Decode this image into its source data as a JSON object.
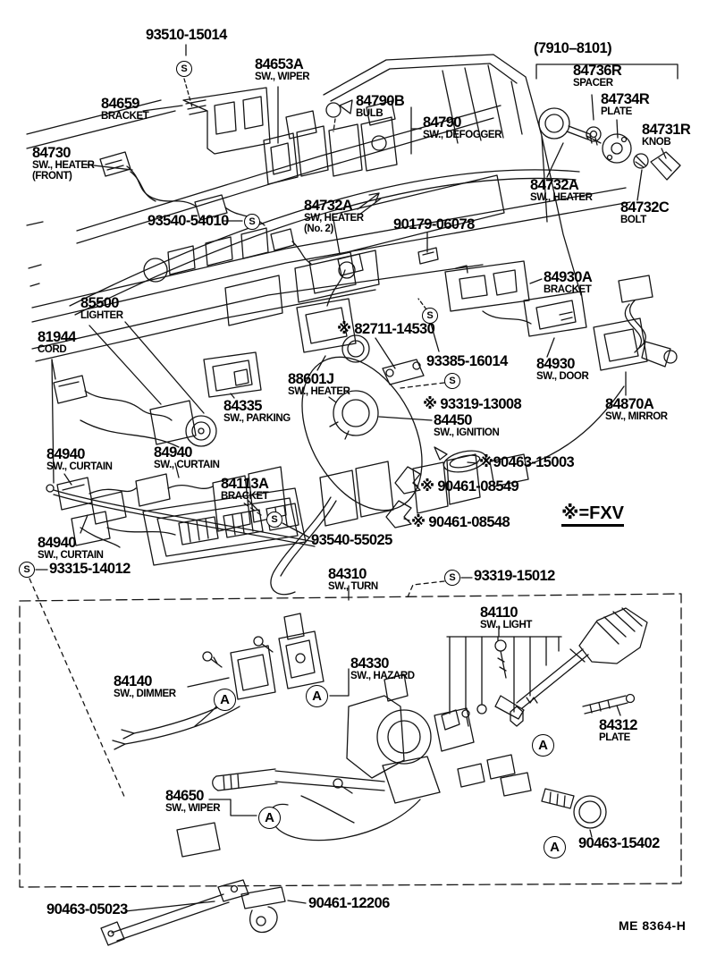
{
  "symbols": {
    "s": "S",
    "a": "A"
  },
  "labels": [
    {
      "number": "93510-15014"
    },
    {
      "number": "84653A",
      "desc": "SW., WIPER"
    },
    {
      "number": "84659",
      "desc": "BRACKET"
    },
    {
      "number": "84730",
      "desc": "SW., HEATER",
      "desc2": "(FRONT)"
    },
    {
      "number": "84790B",
      "desc": "BULB"
    },
    {
      "number": "84790",
      "desc": "SW., DEFOGGER"
    },
    {
      "number": "(7910–8101)"
    },
    {
      "number": "84736R",
      "desc": "SPACER"
    },
    {
      "number": "84734R",
      "desc": "PLATE"
    },
    {
      "number": "84731R",
      "desc": "KNOB"
    },
    {
      "number": "84732A",
      "desc": "SW., HEATER"
    },
    {
      "number": "84732C",
      "desc": "BOLT"
    },
    {
      "number": "93540-54010"
    },
    {
      "number": "84732A",
      "desc": "SW, HEATER",
      "desc2": "(No. 2)"
    },
    {
      "number": "90179-06078"
    },
    {
      "number": "84930A",
      "desc": "BRACKET"
    },
    {
      "number": "85500",
      "desc": "LIGHTER"
    },
    {
      "number": "81944",
      "desc": "CORD"
    },
    {
      "number": "※ 82711-14530"
    },
    {
      "number": "93385-16014"
    },
    {
      "number": "84930",
      "desc": "SW., DOOR"
    },
    {
      "number": "88601J",
      "desc": "SW., HEATER"
    },
    {
      "number": "84335",
      "desc": "SW., PARKING"
    },
    {
      "number": "※ 93319-13008"
    },
    {
      "number": "84450",
      "desc": "SW., IGNITION"
    },
    {
      "number": "84870A",
      "desc": "SW., MIRROR"
    },
    {
      "number": "84940",
      "desc": "SW., CURTAIN"
    },
    {
      "number": "84940",
      "desc": "SW., CURTAIN"
    },
    {
      "number": "84113A",
      "desc": "BRACKET"
    },
    {
      "number": "※90463-15003"
    },
    {
      "number": "※ 90461-08549"
    },
    {
      "number": "※ 90461-08548"
    },
    {
      "number": "※=FXV"
    },
    {
      "number": "84940",
      "desc": "SW., CURTAIN"
    },
    {
      "number": "93315-14012"
    },
    {
      "number": "93540-55025"
    },
    {
      "number": "84310",
      "desc": "SW., TURN"
    },
    {
      "number": "93319-15012"
    },
    {
      "number": "84110",
      "desc": "SW., LIGHT"
    },
    {
      "number": "84140",
      "desc": "SW., DIMMER"
    },
    {
      "number": "84330",
      "desc": "SW., HAZARD"
    },
    {
      "number": "84312",
      "desc": "PLATE"
    },
    {
      "number": "84650",
      "desc": "SW., WIPER"
    },
    {
      "number": "90463-15402"
    },
    {
      "number": "90463-05023"
    },
    {
      "number": "90461-12206"
    },
    {
      "number": "ME  8364-H"
    }
  ]
}
